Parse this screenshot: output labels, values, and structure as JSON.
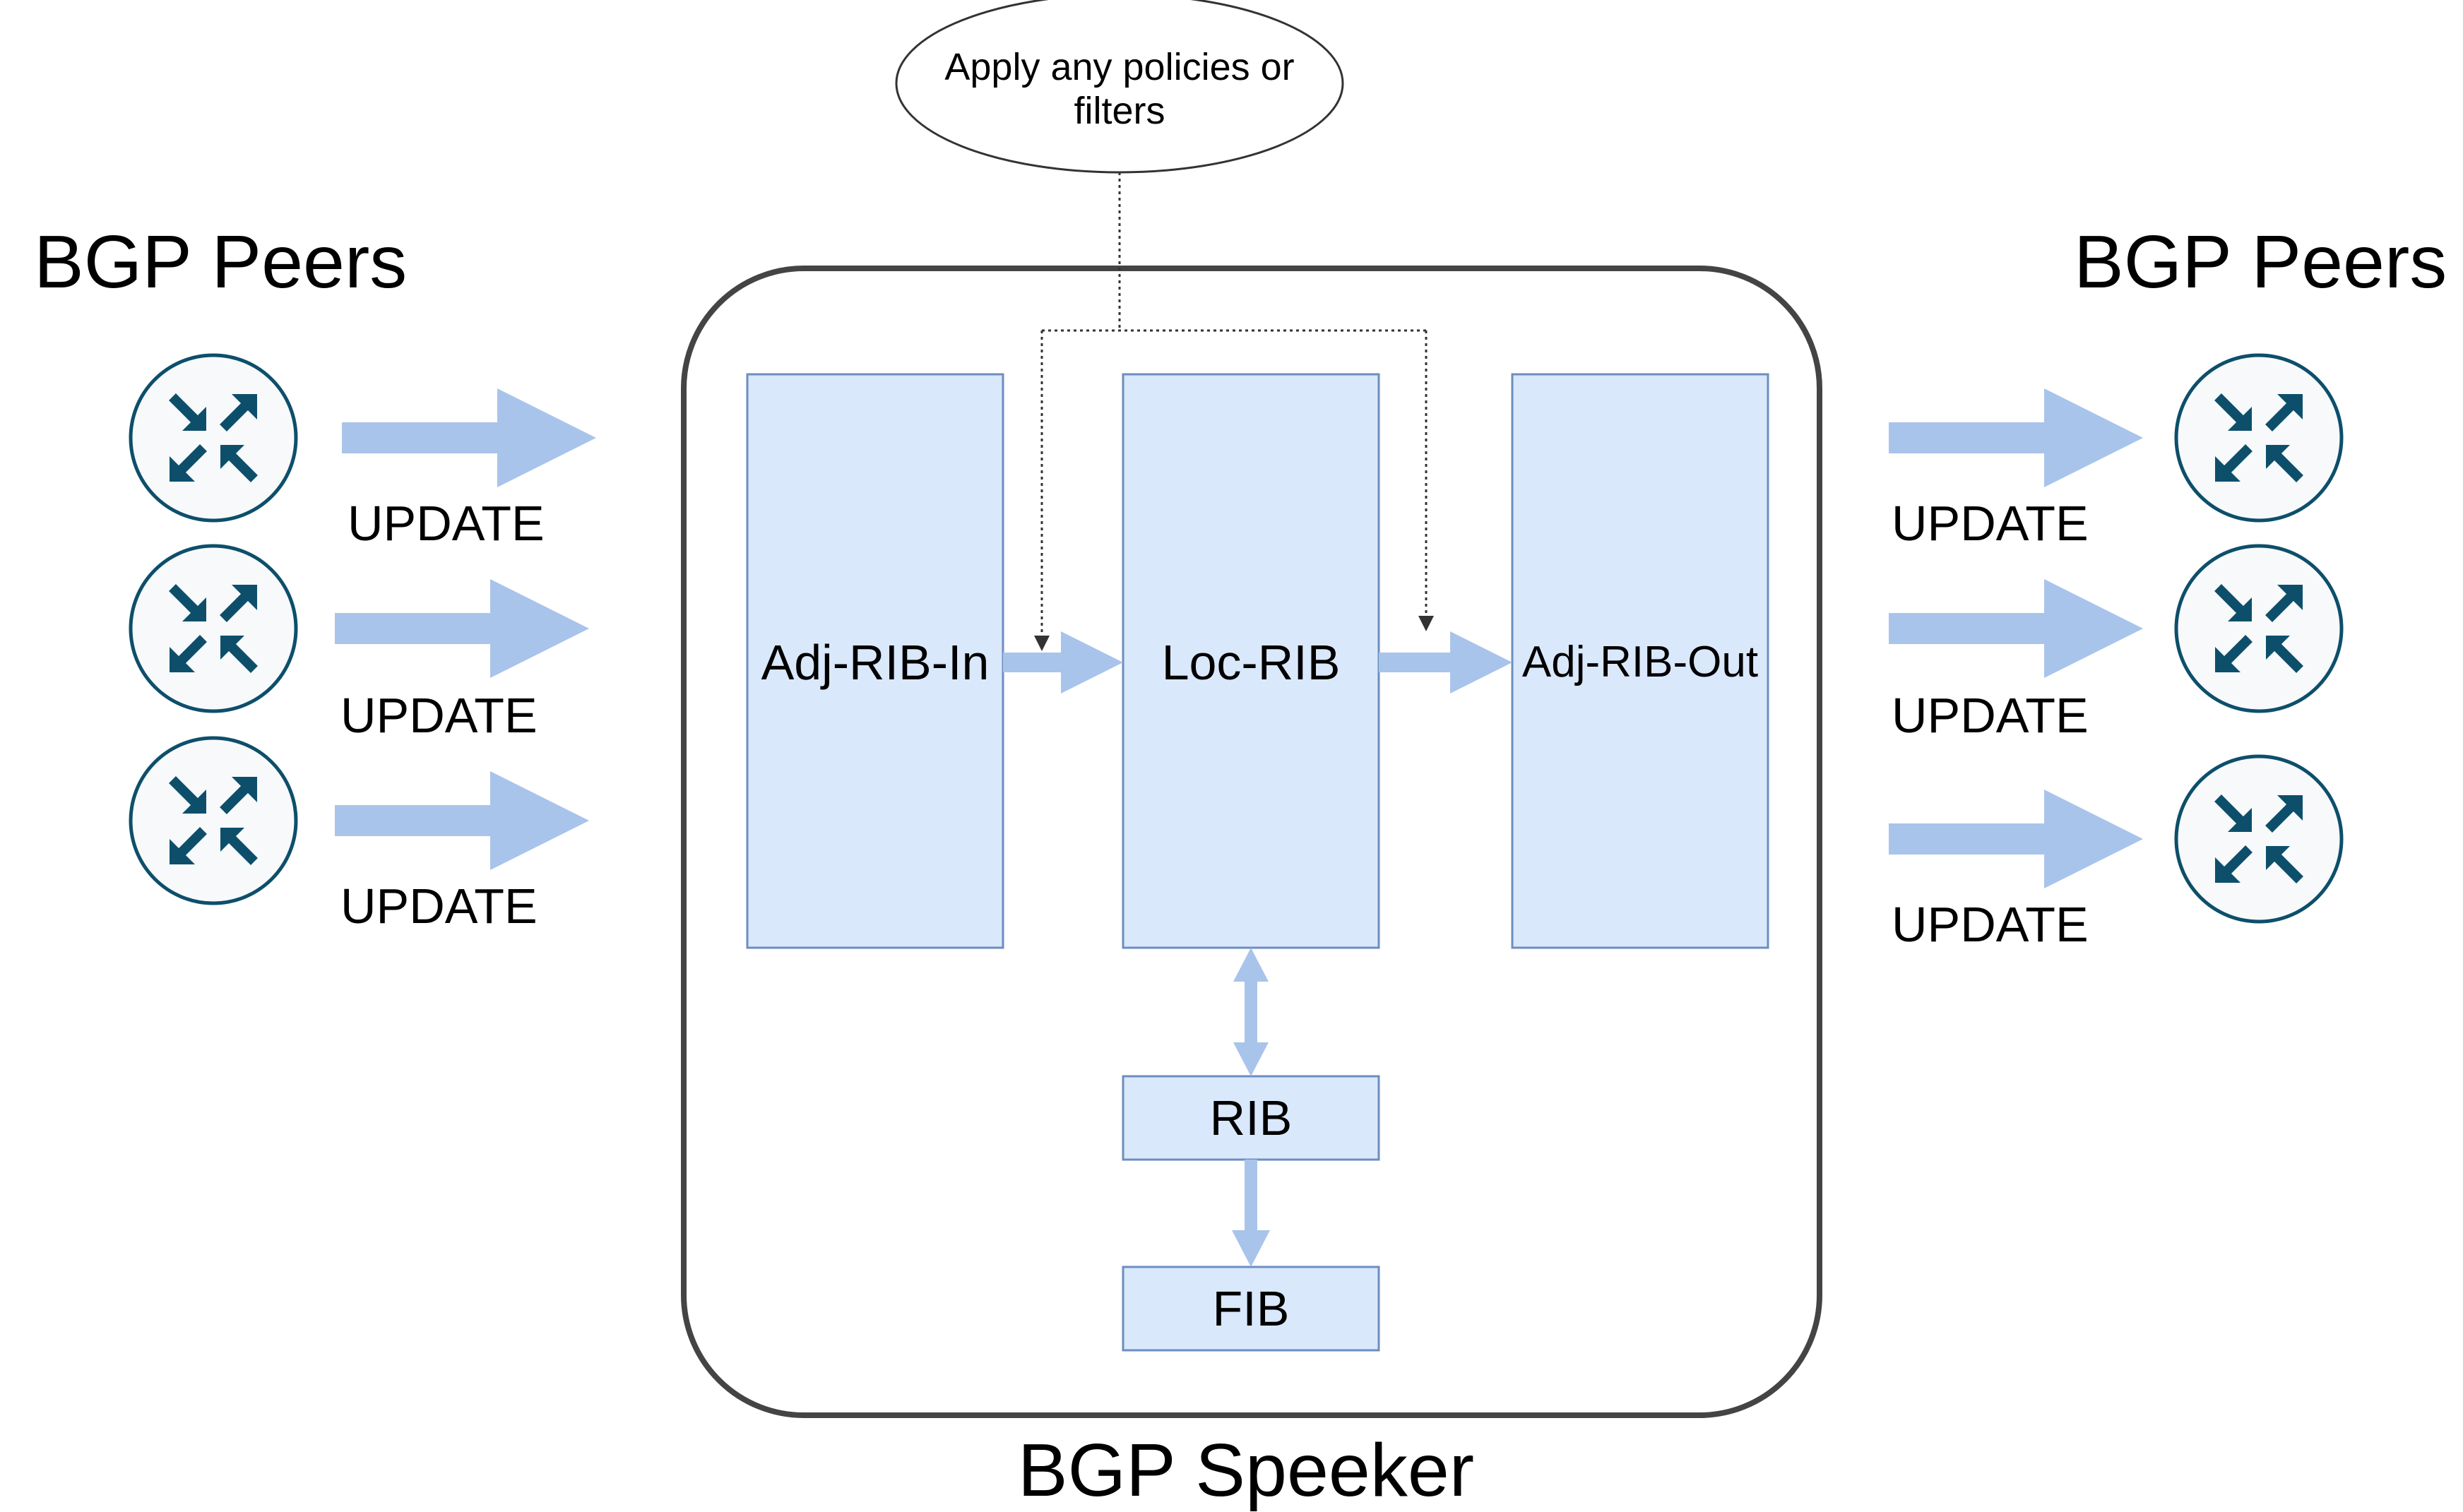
{
  "left_group": {
    "title": "BGP Peers",
    "updates": [
      "UPDATE",
      "UPDATE",
      "UPDATE"
    ]
  },
  "right_group": {
    "title": "BGP Peers",
    "updates": [
      "UPDATE",
      "UPDATE",
      "UPDATE"
    ]
  },
  "speaker": {
    "title": "BGP Speeker",
    "boxes": {
      "adj_rib_in": "Adj-RIB-In",
      "loc_rib": "Loc-RIB",
      "adj_rib_out": "Adj-RIB-Out",
      "rib": "RIB",
      "fib": "FIB"
    }
  },
  "policy_note": "Apply any policies or filters",
  "icons": {
    "peer": "router-icon"
  },
  "colors": {
    "box_fill": "#dae8fc",
    "box_stroke": "#6c8ebf",
    "arrow": "#a9c4eb",
    "router": "#0d4f6b",
    "container_stroke": "#444444"
  }
}
